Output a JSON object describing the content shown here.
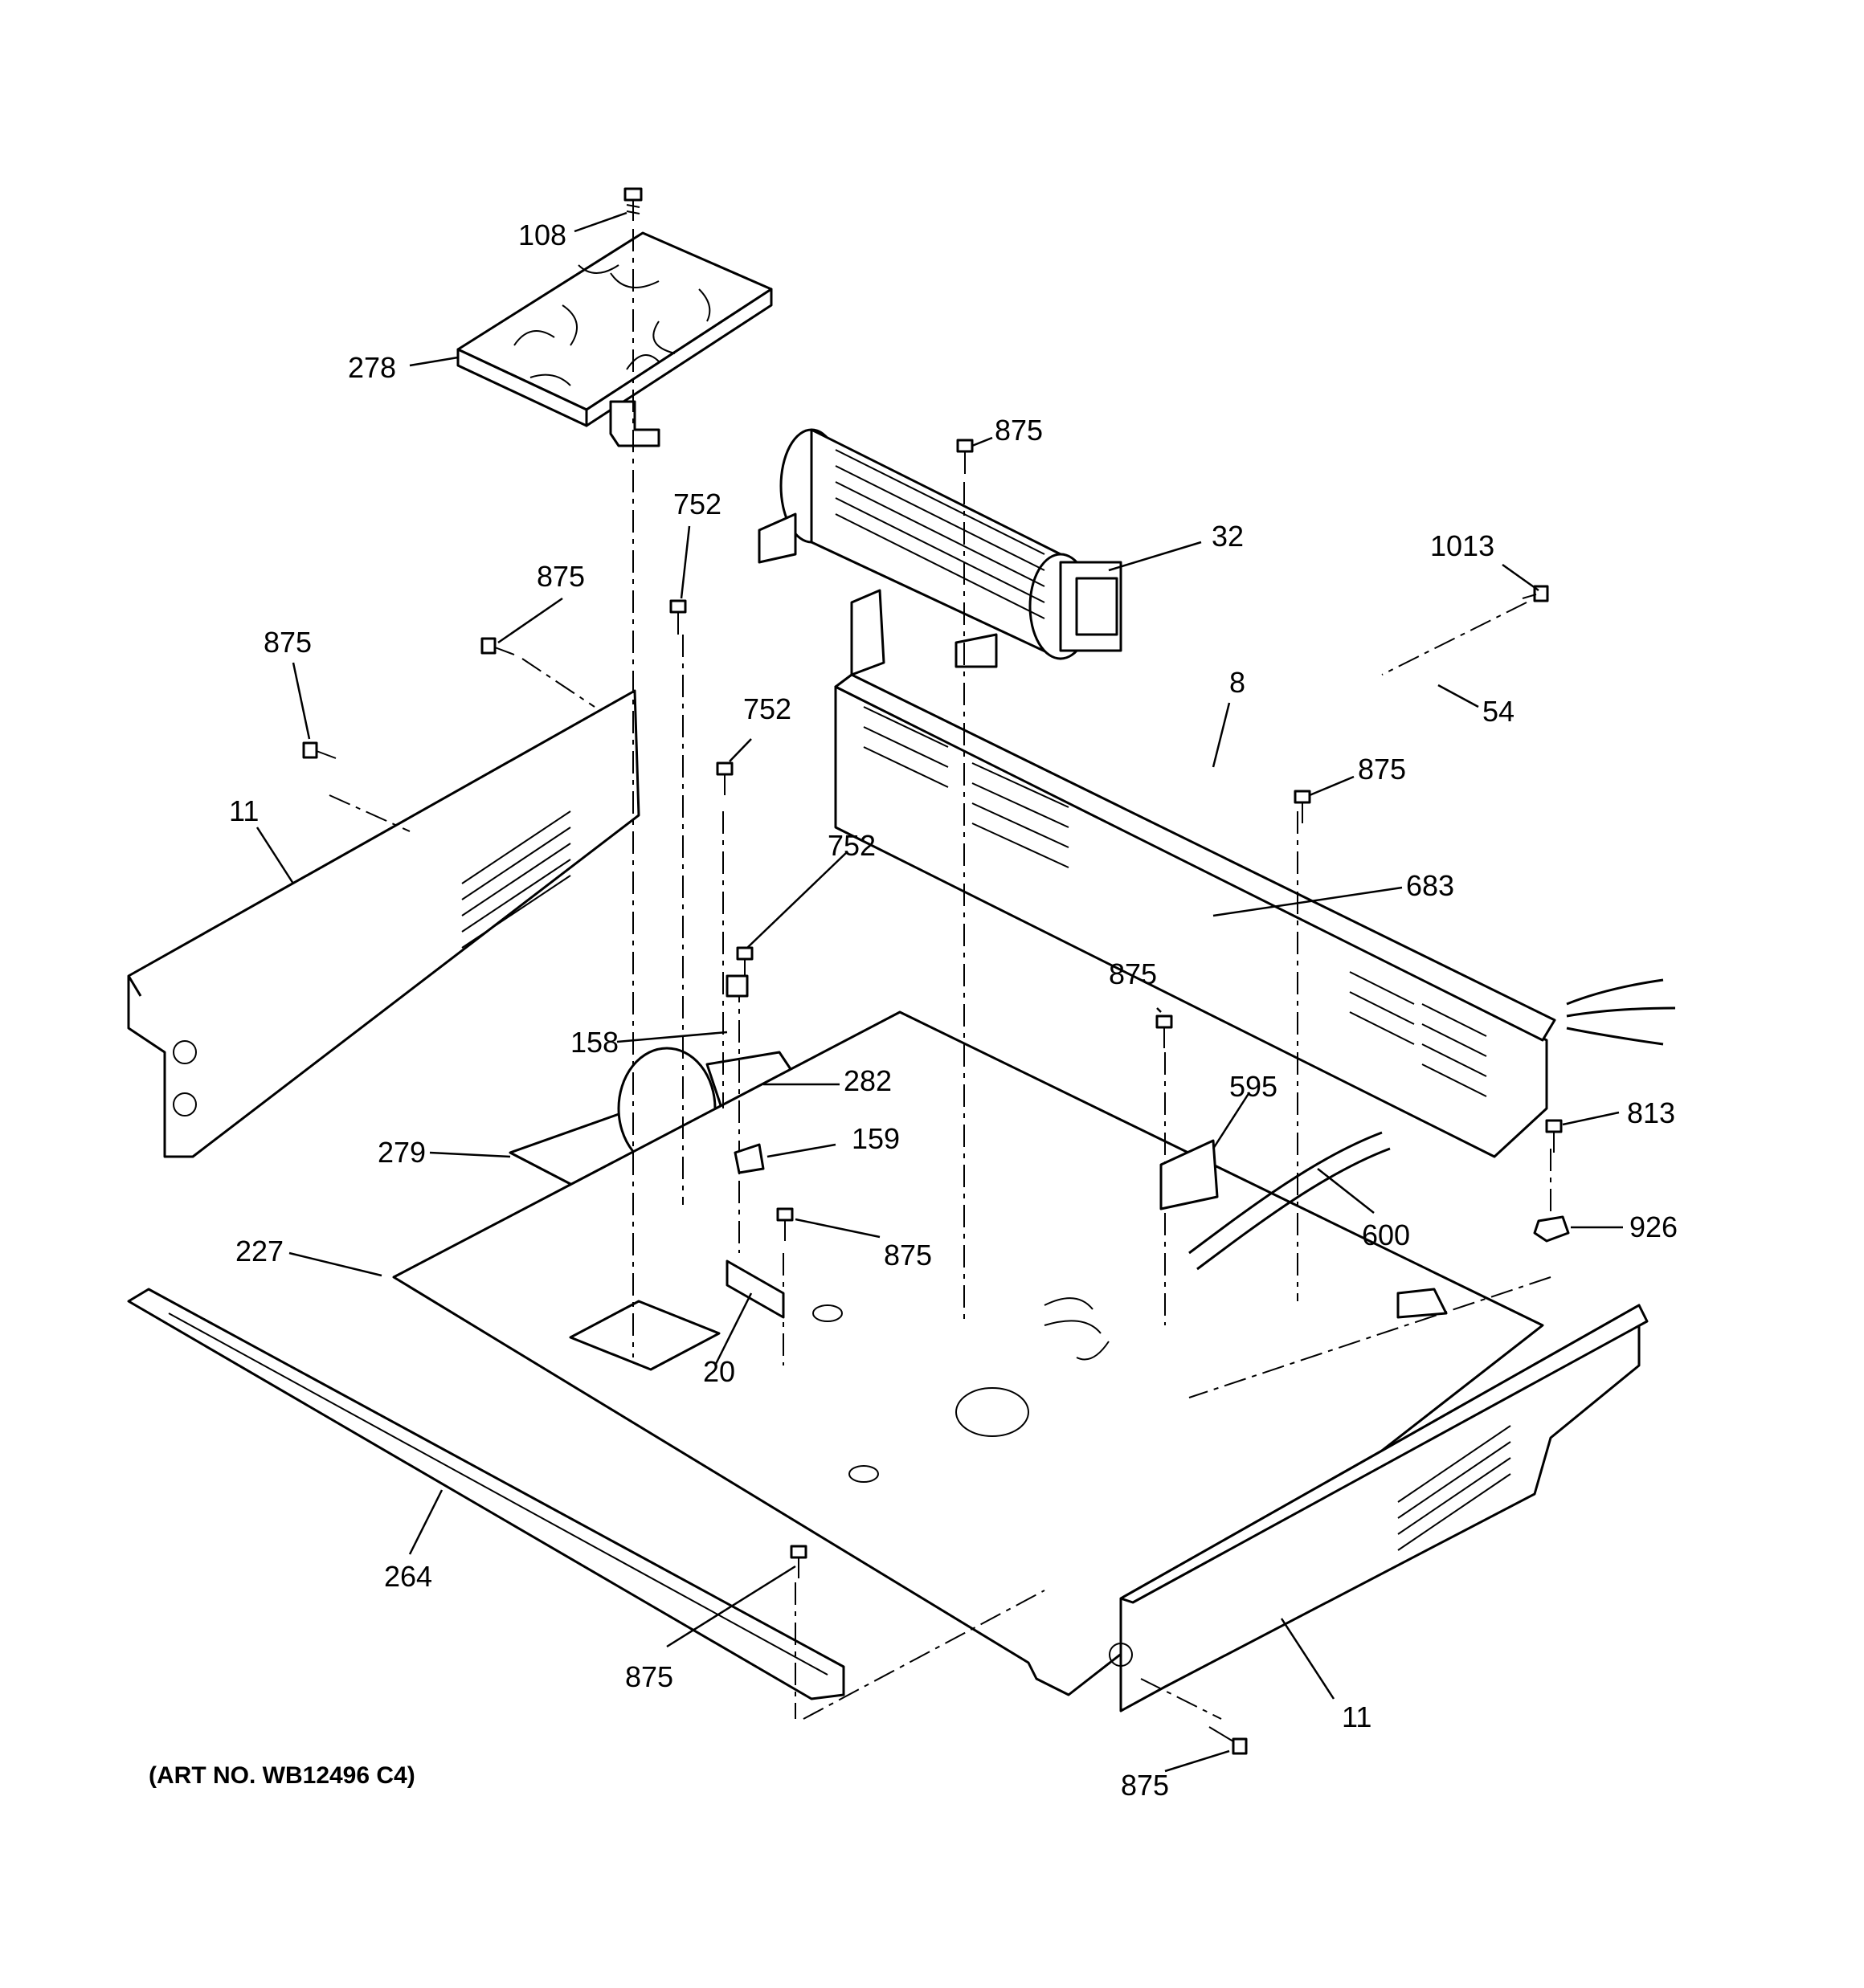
{
  "diagram": {
    "caption": "(ART NO. WB12496 C4)",
    "callouts": [
      {
        "id": "c108",
        "text": "108"
      },
      {
        "id": "c278",
        "text": "278"
      },
      {
        "id": "c875a",
        "text": "875"
      },
      {
        "id": "c752a",
        "text": "752"
      },
      {
        "id": "c875b",
        "text": "875"
      },
      {
        "id": "c875c",
        "text": "875"
      },
      {
        "id": "c32",
        "text": "32"
      },
      {
        "id": "c1013",
        "text": "1013"
      },
      {
        "id": "c752b",
        "text": "752"
      },
      {
        "id": "c8",
        "text": "8"
      },
      {
        "id": "c54",
        "text": "54"
      },
      {
        "id": "c875d",
        "text": "875"
      },
      {
        "id": "c11a",
        "text": "11"
      },
      {
        "id": "c752c",
        "text": "752"
      },
      {
        "id": "c683",
        "text": "683"
      },
      {
        "id": "c875e",
        "text": "875"
      },
      {
        "id": "c158",
        "text": "158"
      },
      {
        "id": "c282",
        "text": "282"
      },
      {
        "id": "c595",
        "text": "595"
      },
      {
        "id": "c813",
        "text": "813"
      },
      {
        "id": "c279",
        "text": "279"
      },
      {
        "id": "c159",
        "text": "159"
      },
      {
        "id": "c926",
        "text": "926"
      },
      {
        "id": "c600",
        "text": "600"
      },
      {
        "id": "c227",
        "text": "227"
      },
      {
        "id": "c875f",
        "text": "875"
      },
      {
        "id": "c20",
        "text": "20"
      },
      {
        "id": "c264",
        "text": "264"
      },
      {
        "id": "c875g",
        "text": "875"
      },
      {
        "id": "c11b",
        "text": "11"
      },
      {
        "id": "c875h",
        "text": "875"
      }
    ]
  }
}
